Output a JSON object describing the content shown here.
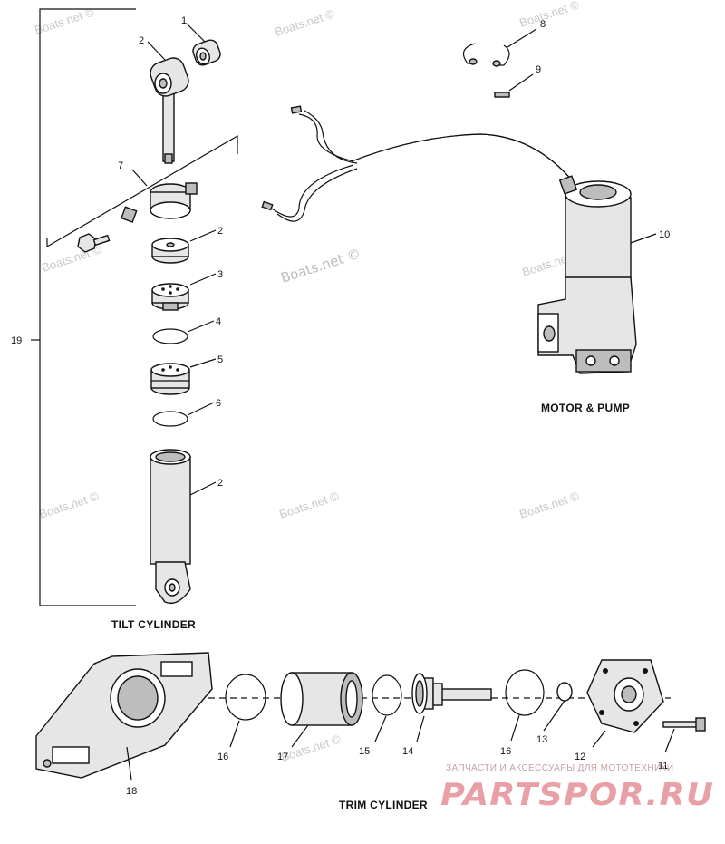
{
  "captions": {
    "motor_pump": "MOTOR & PUMP",
    "tilt_cylinder": "TILT CYLINDER",
    "trim_cylinder": "TRIM CYLINDER"
  },
  "callouts": {
    "c1": "1",
    "c2a": "2",
    "c7": "7",
    "c2b": "2",
    "c3": "3",
    "c4": "4",
    "c5": "5",
    "c6": "6",
    "c2c": "2",
    "c19": "19",
    "c8": "8",
    "c9": "9",
    "c10": "10",
    "c16a": "16",
    "c17": "17",
    "c15": "15",
    "c14": "14",
    "c16b": "16",
    "c13": "13",
    "c12": "12",
    "c11": "11",
    "c18": "18"
  },
  "watermarks": {
    "w1": "Boats.net ©",
    "w2": "Boats.net ©",
    "w3": "Boats.net ©",
    "w4": "Boats.net ©",
    "w5": "Boats.net ©",
    "w6": "Boats.net ©",
    "w7": "Boats.net ©",
    "w8": "Boats.net ©",
    "w9": "Boats.net ©",
    "w10": "Boats.net ©"
  },
  "brand": {
    "tagline": "ЗАПЧАСТИ И АКСЕССУАРЫ ДЛЯ МОТОТЕХНИКИ",
    "name": "PARTSPOR.RU",
    "color": "#e8a0a6"
  }
}
